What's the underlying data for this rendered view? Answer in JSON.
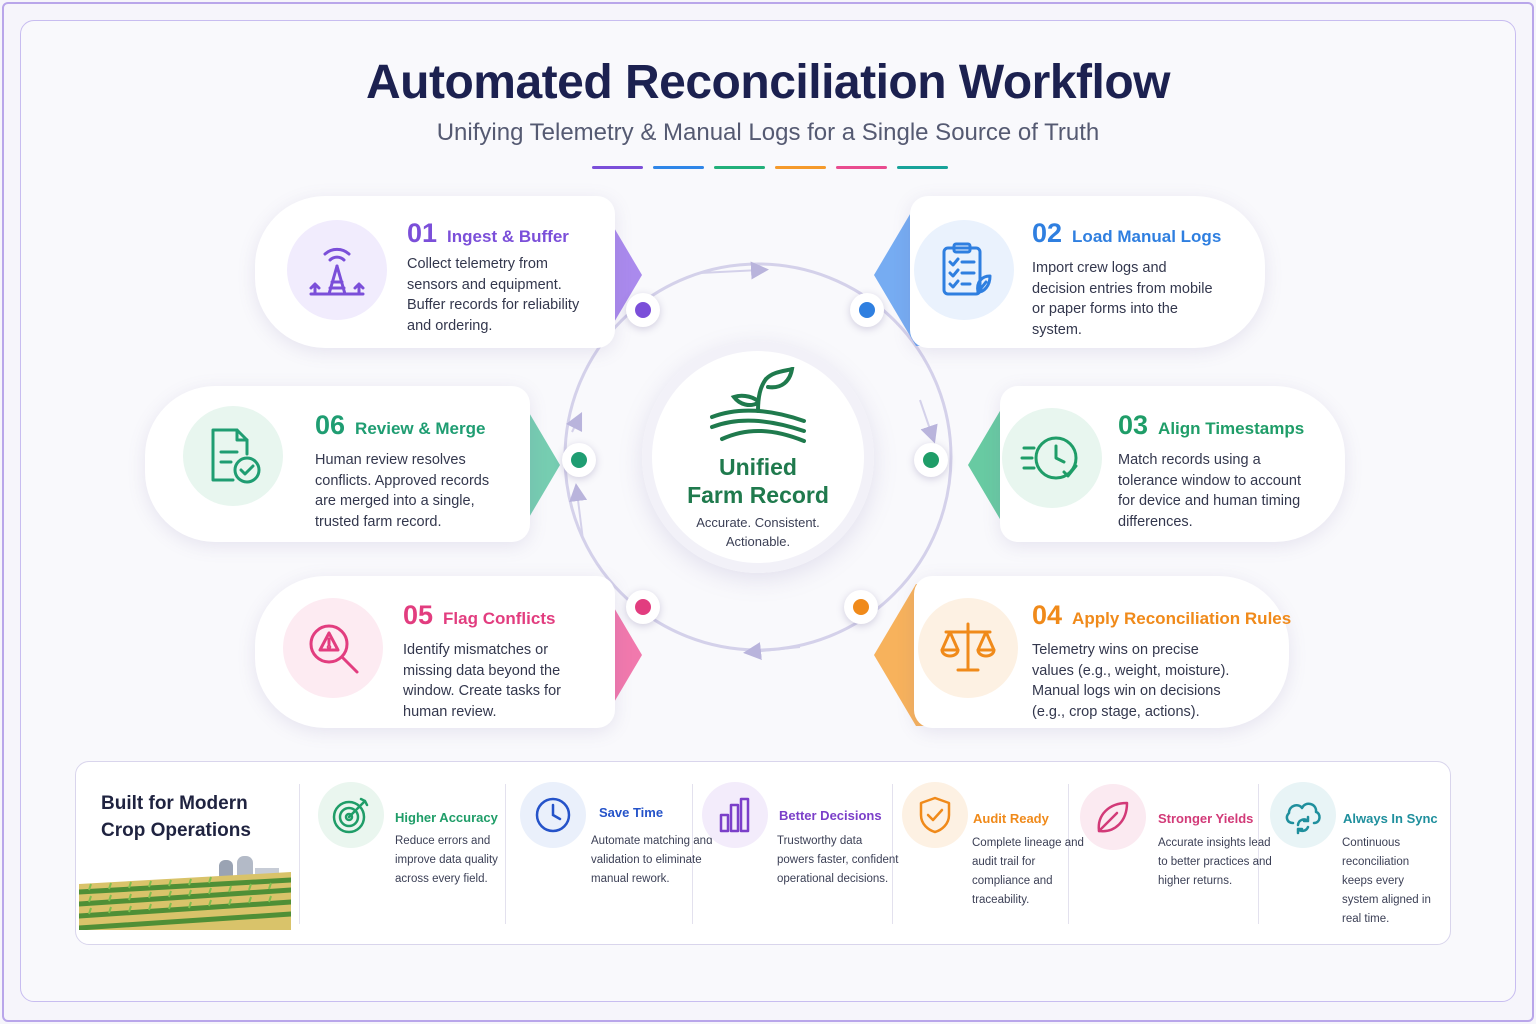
{
  "header": {
    "title": "Automated Reconciliation Workflow",
    "subtitle": "Unifying Telemetry & Manual Logs for a Single Source of Truth",
    "dash_colors": [
      "#7b4fd9",
      "#2f86e8",
      "#22b07a",
      "#f59a2b",
      "#e94c8f",
      "#18a39a"
    ]
  },
  "center": {
    "title": "Unified\nFarm Record",
    "subtitle": "Accurate. Consistent.\nActionable."
  },
  "steps": [
    {
      "number": "01",
      "title": "Ingest & Buffer",
      "description": "Collect telemetry from sensors and equipment. Buffer records for reliability and ordering.",
      "color": "#7b4fd9",
      "icon": "signal-tower-icon"
    },
    {
      "number": "02",
      "title": "Load Manual Logs",
      "description": "Import crew logs and decision entries from mobile or paper forms into the system.",
      "color": "#2f7fe0",
      "icon": "clipboard-checklist-icon"
    },
    {
      "number": "03",
      "title": "Align Timestamps",
      "description": "Match records using a tolerance window to account for device and human timing differences.",
      "color": "#1f9d68",
      "icon": "clock-icon"
    },
    {
      "number": "04",
      "title": "Apply Reconciliation Rules",
      "description": "Telemetry wins on precise values (e.g., weight, moisture). Manual logs win on decisions (e.g., crop stage, actions).",
      "color": "#f08a1a",
      "icon": "balance-scale-icon"
    },
    {
      "number": "05",
      "title": "Flag Conflicts",
      "description": "Identify mismatches or missing data beyond the window. Create tasks for human review.",
      "color": "#e23d7f",
      "icon": "warning-magnifier-icon"
    },
    {
      "number": "06",
      "title": "Review & Merge",
      "description": "Human review resolves conflicts. Approved records are merged into a single, trusted farm record.",
      "color": "#1f9d72",
      "icon": "document-check-icon"
    }
  ],
  "footer": {
    "title": "Built for Modern\nCrop Operations",
    "benefits": [
      {
        "title": "Higher Accuracy",
        "description": "Reduce errors and improve data quality across every field.",
        "color": "#1f9d68",
        "icon": "target-icon"
      },
      {
        "title": "Save Time",
        "description": "Automate matching and validation to eliminate manual rework.",
        "color": "#2553c9",
        "icon": "clock-icon"
      },
      {
        "title": "Better Decisions",
        "description": "Trustworthy data powers faster, confident operational decisions.",
        "color": "#7b3fc9",
        "icon": "bar-chart-icon"
      },
      {
        "title": "Audit Ready",
        "description": "Complete lineage and audit trail for compliance and traceability.",
        "color": "#f08a1a",
        "icon": "shield-check-icon"
      },
      {
        "title": "Stronger Yields",
        "description": "Accurate insights lead to better practices and higher returns.",
        "color": "#d23a78",
        "icon": "leaf-icon"
      },
      {
        "title": "Always In Sync",
        "description": "Continuous reconciliation keeps every system aligned in real time.",
        "color": "#1f8f9d",
        "icon": "cloud-sync-icon"
      }
    ]
  }
}
